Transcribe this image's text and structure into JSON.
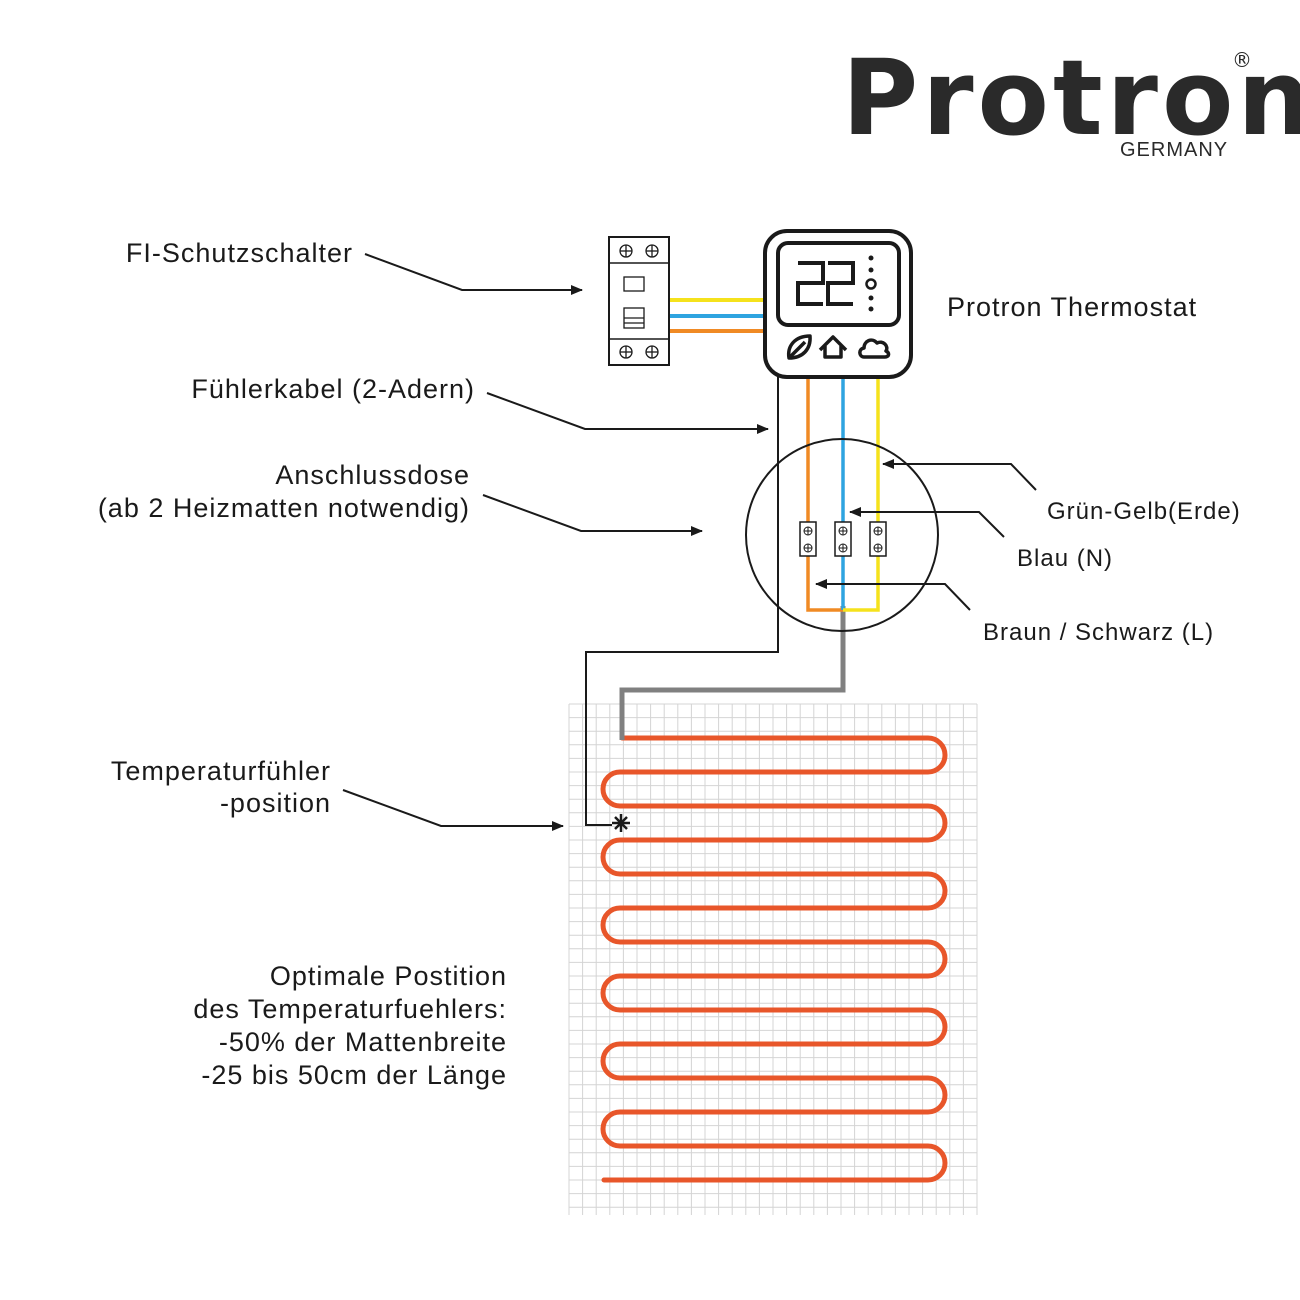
{
  "brand": {
    "name": "Protron",
    "registered": "®",
    "subtitle": "GERMANY"
  },
  "thermostat": {
    "label": "Protron  Thermostat",
    "display_value": "22"
  },
  "labels": {
    "fi_switch": "FI-Schutzschalter",
    "sensor_cable": "Fühlerkabel (2-Adern)",
    "junction_box_1": "Anschlussdose",
    "junction_box_2": "(ab 2 Heizmatten notwendig)",
    "sensor_position_1": "Temperaturfühler",
    "sensor_position_2": "-position",
    "earth": "Grün-Gelb(Erde)",
    "neutral": "Blau (N)",
    "live": "Braun / Schwarz (L)"
  },
  "note": {
    "line1": "Optimale  Postition",
    "line2": "des Temperaturfuehlers:",
    "line3": "-50% der Mattenbreite",
    "line4": "-25 bis 50cm der Länge"
  },
  "colors": {
    "earth_wire": "#f5e21c",
    "neutral_wire": "#2ea4e0",
    "live_wire": "#f08a24",
    "heating_cable": "#e8562a",
    "supply_cable": "#808080",
    "grid": "#d4d4d4",
    "outline": "#1a1a1a"
  }
}
